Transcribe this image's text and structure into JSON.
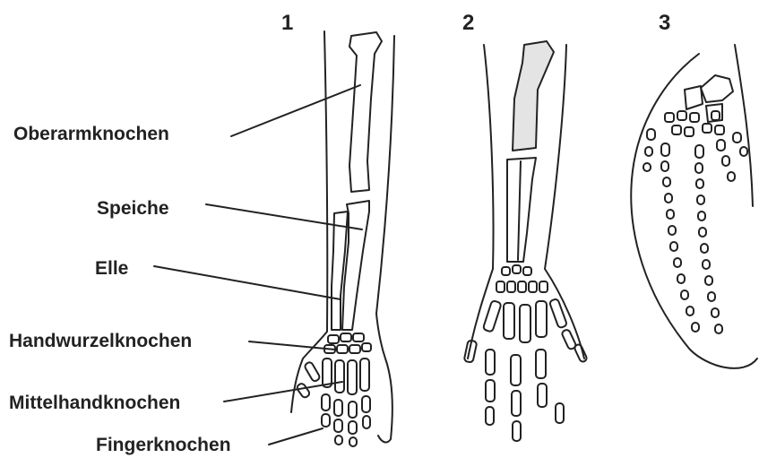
{
  "labels": {
    "num1": "1",
    "num2": "2",
    "num3": "3",
    "oberarm": "Oberarmknochen",
    "speiche": "Speiche",
    "elle": "Elle",
    "handwurzel": "Handwurzelknochen",
    "mittelhand": "Mittelhandknochen",
    "finger": "Fingerknochen"
  },
  "colors": {
    "ink": "#222222",
    "bone_fill": "#ffffff",
    "shade": "#e4e4e4"
  }
}
